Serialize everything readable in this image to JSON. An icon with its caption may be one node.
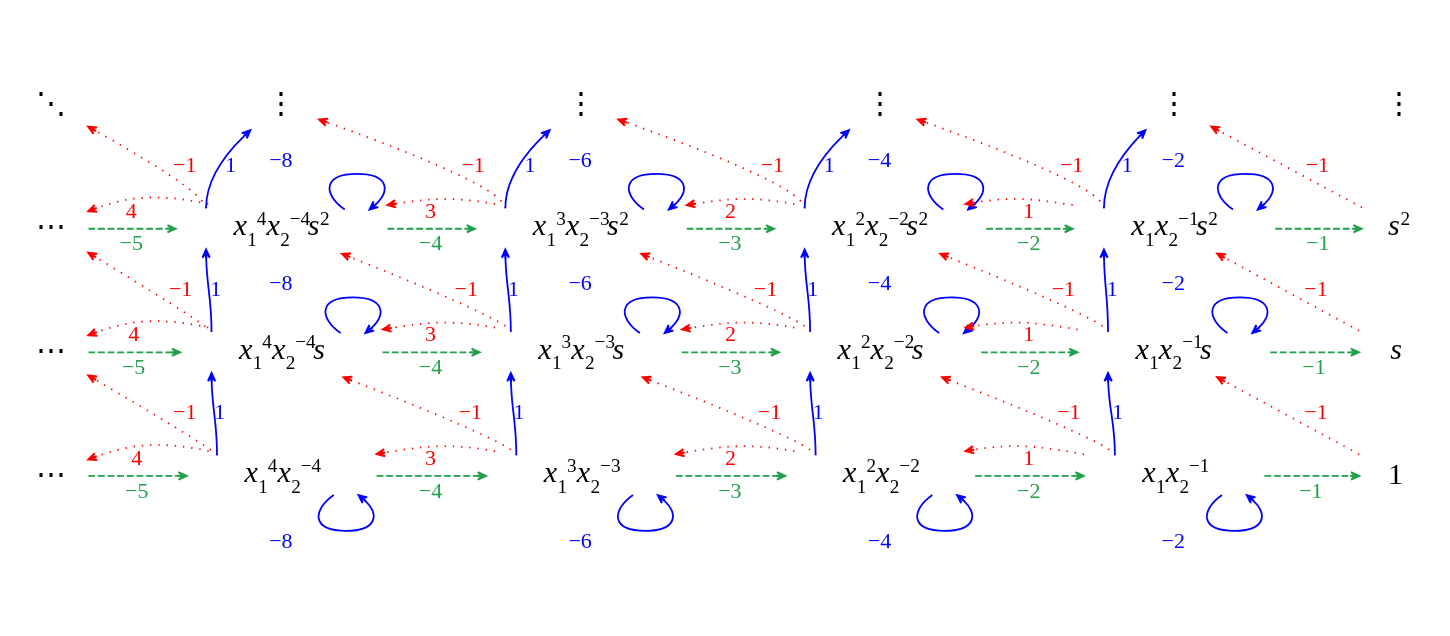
{
  "diagram": {
    "nodes": [
      {
        "text": [
          "⋱"
        ]
      },
      {
        "text": [
          "⋮"
        ]
      },
      {
        "text": [
          "⋮"
        ]
      },
      {
        "text": [
          "⋮"
        ]
      },
      {
        "text": [
          "⋮"
        ]
      },
      {
        "text": [
          "⋯"
        ]
      },
      {
        "text": [
          "x$_{1}$$^{4}$x$_{2}$$^{−4}$s$^{2}$"
        ]
      },
      {
        "text": [
          "x$_{1}$$^{3}$x$_{2}$$^{−3}$s$^{2}$"
        ]
      },
      {
        "text": [
          "x$_{1}$$^{2}$x$_{2}$$^{−2}$s$^{2}$"
        ]
      },
      {
        "text": [
          "x$_{1}$x$_{2}$$^{−1}$s$^{2}$"
        ]
      },
      {
        "text": [
          "s$^{2}$"
        ]
      },
      {
        "text": [
          "⋯"
        ]
      },
      {
        "text": [
          "x$_{1}$$^{4}$x$_{2}$$^{−4}$s"
        ]
      },
      {
        "text": [
          "x$_{1}$$^{3}$x$_{2}$$^{−3}$s"
        ]
      },
      {
        "text": [
          "x$_{1}$$^{2}$x$_{2}$$^{−2}$s"
        ]
      },
      {
        "text": [
          "x$_{1}$x$_{2}$$^{−1}$s"
        ]
      },
      {
        "text": [
          "s"
        ]
      },
      {
        "text": [
          "⋯"
        ]
      },
      {
        "text": [
          "x$_{1}$$^{4}$x$_{2}$$^{−4}$"
        ]
      },
      {
        "text": [
          "x$_{1}$$^{3}$x$_{2}$$^{−3}$"
        ]
      },
      {
        "text": [
          "x$_{1}$$^{2}$x$_{2}$$^{−2}$"
        ]
      },
      {
        "text": [
          "x$_{1}$x$_{2}$$^{−1}$"
        ]
      },
      {
        "text": [
          "1"
        ]
      }
    ],
    "edges": [
      {
        "from": 6,
        "to": 1,
        "arrow": "to",
        "label": "1",
        "color": "#0000ff"
      },
      {
        "from": 7,
        "to": 2,
        "arrow": "to",
        "label": "1",
        "color": "#0000ff"
      },
      {
        "from": 8,
        "to": 3,
        "arrow": "to",
        "label": "1",
        "color": "#0000ff"
      },
      {
        "from": 9,
        "to": 4,
        "arrow": "to",
        "label": "1",
        "color": "#0000ff"
      },
      {
        "from": 6,
        "to": 0,
        "arrow": "to",
        "label": "−1",
        "style": "dashed"
      },
      {
        "from": 7,
        "to": 1,
        "arrow": "to",
        "label": "−1",
        "style": "dashed"
      },
      {
        "from": 8,
        "to": 2,
        "arrow": "to",
        "label": "−1",
        "style": "dashed"
      },
      {
        "from": 9,
        "to": 3,
        "arrow": "to",
        "label": "−1",
        "style": "dashed"
      },
      {
        "from": 10,
        "to": 4,
        "arrow": "to",
        "label": "−1",
        "style": "dashed"
      },
      {
        "from": 6,
        "to": 6,
        "arrow": "to",
        "label": "−8",
        "color": "#0000ff"
      },
      {
        "from": 7,
        "to": 7,
        "arrow": "to",
        "label": "−6",
        "color": "#0000ff"
      },
      {
        "from": 8,
        "to": 8,
        "arrow": "to",
        "label": "−4",
        "color": "#0000ff"
      },
      {
        "from": 9,
        "to": 9,
        "arrow": "to",
        "label": "−2",
        "color": "#0000ff"
      },
      {
        "from": 6,
        "to": 5,
        "arrow": "to",
        "label": "4",
        "style": "dashed"
      },
      {
        "from": 7,
        "to": 6,
        "arrow": "to",
        "label": "3",
        "style": "dashed"
      },
      {
        "from": 8,
        "to": 7,
        "arrow": "to",
        "label": "2",
        "style": "dashed"
      },
      {
        "from": 9,
        "to": 8,
        "arrow": "to",
        "label": "1",
        "style": "dashed"
      },
      {
        "from": 5,
        "to": 6,
        "arrow": "to",
        "label": "−5",
        "style": "dashed",
        "color": "#22a04b"
      },
      {
        "from": 6,
        "to": 7,
        "arrow": "to",
        "label": "−4",
        "style": "dashed",
        "color": "#22a04b"
      },
      {
        "from": 7,
        "to": 8,
        "arrow": "to",
        "label": "−3",
        "style": "dashed",
        "color": "#22a04b"
      },
      {
        "from": 8,
        "to": 9,
        "arrow": "to",
        "label": "−2",
        "style": "dashed",
        "color": "#22a04b"
      },
      {
        "from": 9,
        "to": 10,
        "arrow": "to",
        "label": "−1",
        "style": "dashed",
        "color": "#22a04b"
      },
      {
        "from": 12,
        "to": 5,
        "arrow": "to",
        "label": "−1",
        "style": "dashed"
      },
      {
        "from": 13,
        "to": 6,
        "arrow": "to",
        "label": "−1",
        "style": "dashed"
      },
      {
        "from": 14,
        "to": 7,
        "arrow": "to",
        "label": "−1",
        "style": "dashed"
      },
      {
        "from": 15,
        "to": 8,
        "arrow": "to",
        "label": "−1",
        "style": "dashed"
      },
      {
        "from": 16,
        "to": 9,
        "arrow": "to",
        "label": "−1",
        "style": "dashed"
      },
      {
        "from": 12,
        "to": 6,
        "arrow": "to",
        "label": "1",
        "color": "#0000ff"
      },
      {
        "from": 13,
        "to": 7,
        "arrow": "to",
        "label": "1",
        "color": "#0000ff"
      },
      {
        "from": 14,
        "to": 8,
        "arrow": "to",
        "label": "1",
        "color": "#0000ff"
      },
      {
        "from": 15,
        "to": 9,
        "arrow": "to",
        "label": "1",
        "color": "#0000ff"
      },
      {
        "from": 12,
        "to": 12,
        "arrow": "to",
        "label": "−8",
        "color": "#0000ff"
      },
      {
        "from": 13,
        "to": 13,
        "arrow": "to",
        "label": "−6",
        "color": "#0000ff"
      },
      {
        "from": 14,
        "to": 14,
        "arrow": "to",
        "label": "−4",
        "color": "#0000ff"
      },
      {
        "from": 15,
        "to": 15,
        "arrow": "to",
        "label": "−2",
        "color": "#0000ff"
      },
      {
        "from": 12,
        "to": 11,
        "arrow": "to",
        "label": "4",
        "style": "dashed"
      },
      {
        "from": 13,
        "to": 12,
        "arrow": "to",
        "label": "3",
        "style": "dashed"
      },
      {
        "from": 14,
        "to": 13,
        "arrow": "to",
        "label": "2",
        "style": "dashed"
      },
      {
        "from": 15,
        "to": 14,
        "arrow": "to",
        "label": "1",
        "style": "dashed"
      },
      {
        "from": 11,
        "to": 12,
        "arrow": "to",
        "label": "−5",
        "style": "dashed",
        "color": "#22a04b"
      },
      {
        "from": 12,
        "to": 13,
        "arrow": "to",
        "label": "−4",
        "style": "dashed",
        "color": "#22a04b"
      },
      {
        "from": 13,
        "to": 14,
        "arrow": "to",
        "label": "−3",
        "style": "dashed",
        "color": "#22a04b"
      },
      {
        "from": 14,
        "to": 15,
        "arrow": "to",
        "label": "−2",
        "style": "dashed",
        "color": "#22a04b"
      },
      {
        "from": 15,
        "to": 16,
        "arrow": "to",
        "label": "−1",
        "style": "dashed",
        "color": "#22a04b"
      },
      {
        "from": 18,
        "to": 11,
        "arrow": "to",
        "label": "−1",
        "style": "dashed"
      },
      {
        "from": 19,
        "to": 12,
        "arrow": "to",
        "label": "−1",
        "style": "dashed"
      },
      {
        "from": 20,
        "to": 13,
        "arrow": "to",
        "label": "−1",
        "style": "dashed"
      },
      {
        "from": 21,
        "to": 14,
        "arrow": "to",
        "label": "−1",
        "style": "dashed"
      },
      {
        "from": 22,
        "to": 15,
        "arrow": "to",
        "label": "−1",
        "style": "dashed"
      },
      {
        "from": 18,
        "to": 12,
        "arrow": "to",
        "label": "1",
        "color": "#0000ff"
      },
      {
        "from": 19,
        "to": 13,
        "arrow": "to",
        "label": "1",
        "color": "#0000ff"
      },
      {
        "from": 20,
        "to": 14,
        "arrow": "to",
        "label": "1",
        "color": "#0000ff"
      },
      {
        "from": 21,
        "to": 15,
        "arrow": "to",
        "label": "1",
        "color": "#0000ff"
      },
      {
        "from": 18,
        "to": 17,
        "arrow": "to",
        "label": "4",
        "style": "dashed"
      },
      {
        "from": 19,
        "to": 18,
        "arrow": "to",
        "label": "3",
        "style": "dashed"
      },
      {
        "from": 20,
        "to": 19,
        "arrow": "to",
        "label": "2",
        "style": "dashed"
      },
      {
        "from": 21,
        "to": 20,
        "arrow": "to",
        "label": "1",
        "style": "dashed"
      },
      {
        "from": 17,
        "to": 18,
        "arrow": "to",
        "label": "−5",
        "style": "dashed",
        "color": "#22a04b"
      },
      {
        "from": 18,
        "to": 19,
        "arrow": "to",
        "label": "−4",
        "style": "dashed",
        "color": "#22a04b"
      },
      {
        "from": 19,
        "to": 20,
        "arrow": "to",
        "label": "−3",
        "style": "dashed",
        "color": "#22a04b"
      },
      {
        "from": 20,
        "to": 21,
        "arrow": "to",
        "label": "−2",
        "style": "dashed",
        "color": "#22a04b"
      },
      {
        "from": 21,
        "to": 22,
        "arrow": "to",
        "label": "−1",
        "style": "dashed",
        "color": "#22a04b"
      },
      {
        "from": 18,
        "to": 18,
        "arrow": "to",
        "label": "−8",
        "color": "#0000ff"
      },
      {
        "from": 19,
        "to": 19,
        "arrow": "to",
        "label": "−6",
        "color": "#0000ff"
      },
      {
        "from": 20,
        "to": 20,
        "arrow": "to",
        "label": "−4",
        "color": "#0000ff"
      },
      {
        "from": 21,
        "to": 21,
        "arrow": "to",
        "label": "−2",
        "color": "#0000ff"
      }
    ],
    "labels": [
      "⋮"
    ]
  }
}
